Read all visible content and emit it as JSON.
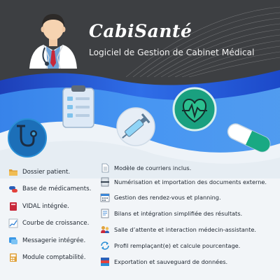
{
  "header": {
    "title": "CabiSanté",
    "subtitle": "Logiciel de Gestion de Cabinet Médical"
  },
  "icons": {
    "hero": "doctor-avatar-icon",
    "features": [
      "stethoscope-icon",
      "clipboard-icon",
      "syringe-icon",
      "heart-monitor-icon",
      "pill-capsule-icon"
    ]
  },
  "colors": {
    "header_bg": "#3d3f42",
    "wave_dark": "#1f4fc8",
    "wave_light": "#3f8ef0",
    "accent_teal": "#1aa6a0"
  },
  "features_left": [
    {
      "label": "Dossier patient.",
      "icon": "folder-icon"
    },
    {
      "label": "Base de médicaments.",
      "icon": "pills-icon"
    },
    {
      "label": "VIDAL intégrée.",
      "icon": "book-icon"
    },
    {
      "label": "Courbe de croissance.",
      "icon": "chart-icon"
    },
    {
      "label": "Messagerie intégrée.",
      "icon": "message-icon"
    },
    {
      "label": "Module comptabilité.",
      "icon": "calculator-icon"
    }
  ],
  "features_right": [
    {
      "label": "Modèle de courriers inclus.",
      "icon": "document-icon"
    },
    {
      "label": "Numérisation et importation des documents externe.",
      "icon": "scanner-icon"
    },
    {
      "label": "Gestion des rendez-vous et planning.",
      "icon": "calendar-icon"
    },
    {
      "label": "Bilans et intégration simplifiée des résultats.",
      "icon": "report-icon"
    },
    {
      "label": "Salle d’attente et interaction médecin-assistante.",
      "icon": "waiting-room-icon"
    },
    {
      "label": "Profil remplaçant(e) et calcule pourcentage.",
      "icon": "sync-icon"
    },
    {
      "label": "Exportation et sauveguard de données.",
      "icon": "export-icon"
    }
  ]
}
